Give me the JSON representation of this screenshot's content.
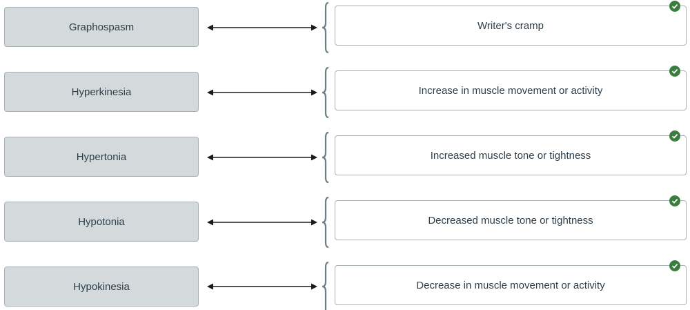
{
  "pairs": [
    {
      "term": "Graphospasm",
      "answer": "Writer's cramp",
      "correct": true
    },
    {
      "term": "Hyperkinesia",
      "answer": "Increase in muscle movement or activity",
      "correct": true
    },
    {
      "term": "Hypertonia",
      "answer": "Increased muscle tone or tightness",
      "correct": true
    },
    {
      "term": "Hypotonia",
      "answer": "Decreased muscle tone or tightness",
      "correct": true
    },
    {
      "term": "Hypokinesia",
      "answer": "Decrease in muscle movement or activity",
      "correct": true
    }
  ],
  "icons": {
    "connector": "double-arrow-icon",
    "bracket": "bracket-icon",
    "status": "check-circle-icon"
  },
  "colors": {
    "term_bg": "#d4dadc",
    "border": "#a6b0b4",
    "text": "#2c3e4a",
    "check": "#3a7d3f"
  }
}
